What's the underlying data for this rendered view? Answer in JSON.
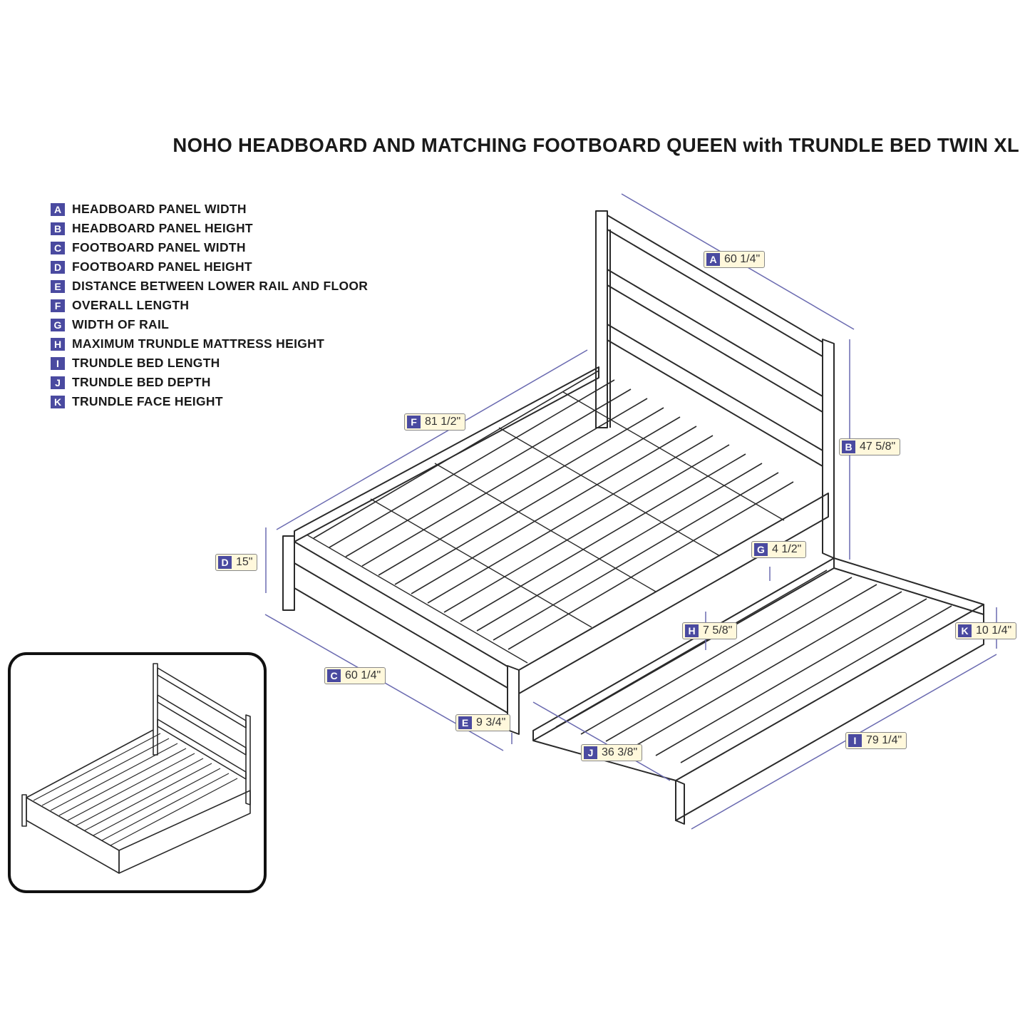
{
  "title": "NOHO HEADBOARD AND MATCHING FOOTBOARD QUEEN with TRUNDLE BED TWIN XL",
  "legend": [
    {
      "letter": "A",
      "text": "HEADBOARD PANEL WIDTH"
    },
    {
      "letter": "B",
      "text": "HEADBOARD PANEL HEIGHT"
    },
    {
      "letter": "C",
      "text": "FOOTBOARD PANEL WIDTH"
    },
    {
      "letter": "D",
      "text": "FOOTBOARD PANEL HEIGHT"
    },
    {
      "letter": "E",
      "text": "DISTANCE BETWEEN LOWER RAIL AND FLOOR"
    },
    {
      "letter": "F",
      "text": "OVERALL LENGTH"
    },
    {
      "letter": "G",
      "text": "WIDTH OF RAIL"
    },
    {
      "letter": "H",
      "text": "MAXIMUM TRUNDLE MATTRESS HEIGHT"
    },
    {
      "letter": "I",
      "text": "TRUNDLE BED LENGTH"
    },
    {
      "letter": "J",
      "text": "TRUNDLE BED DEPTH"
    },
    {
      "letter": "K",
      "text": "TRUNDLE FACE HEIGHT"
    }
  ],
  "dimensions": {
    "A": {
      "letter": "A",
      "value": "60 1/4\""
    },
    "B": {
      "letter": "B",
      "value": "47 5/8\""
    },
    "C": {
      "letter": "C",
      "value": "60 1/4\""
    },
    "D": {
      "letter": "D",
      "value": "15\""
    },
    "E": {
      "letter": "E",
      "value": "9 3/4\""
    },
    "F": {
      "letter": "F",
      "value": "81 1/2\""
    },
    "G": {
      "letter": "G",
      "value": "4 1/2\""
    },
    "H": {
      "letter": "H",
      "value": "7 5/8\""
    },
    "I": {
      "letter": "I",
      "value": "79 1/4\""
    },
    "J": {
      "letter": "J",
      "value": "36 3/8\""
    },
    "K": {
      "letter": "K",
      "value": "10 1/4\""
    }
  },
  "colors": {
    "badge": "#4a4aa0",
    "callout_fill": "#fff8dc",
    "dimension_line": "#6a6ab0",
    "outline": "#2a2a2a"
  }
}
